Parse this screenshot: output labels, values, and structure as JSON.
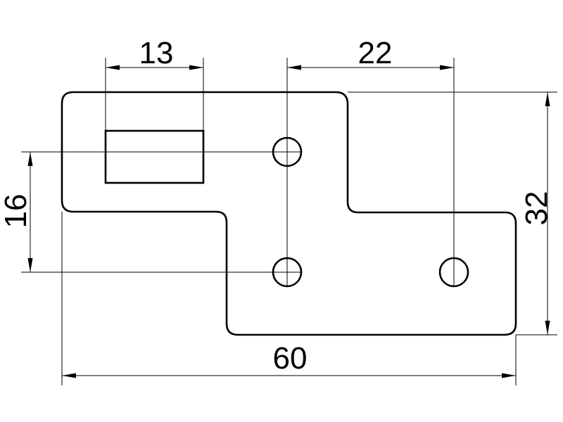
{
  "drawing": {
    "dimensions": {
      "width_total": "60",
      "height_total": "32",
      "hole_spacing_horizontal": "22",
      "hole_spacing_vertical": "16",
      "slot_width": "13"
    },
    "colors": {
      "line": "#000000",
      "background": "#ffffff"
    }
  }
}
